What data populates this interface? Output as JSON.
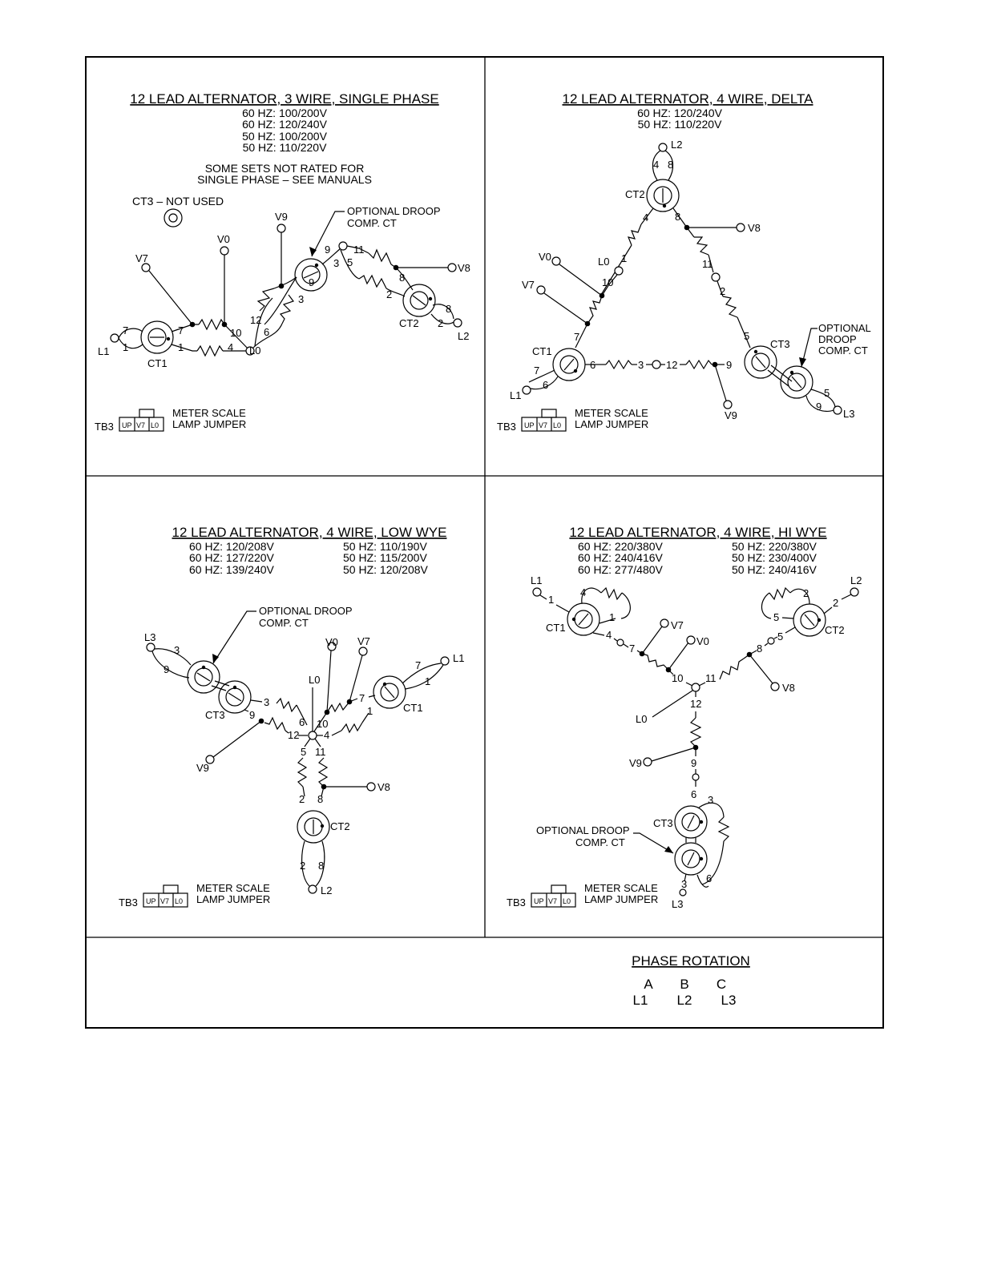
{
  "common": {
    "tb3": "TB3",
    "tb3_cells": [
      "UP",
      "V7",
      "L0"
    ],
    "meter_scale": "METER SCALE",
    "lamp_jumper": "LAMP JUMPER",
    "optional_droop": "OPTIONAL DROOP",
    "comp_ct": "COMP. CT"
  },
  "panel_single": {
    "title": "12 LEAD ALTERNATOR, 3 WIRE, SINGLE PHASE",
    "ratings": [
      "60 HZ: 100/200V",
      "60 HZ: 120/240V",
      "50 HZ: 100/200V",
      "50 HZ: 110/220V"
    ],
    "note1": "SOME SETS NOT RATED FOR",
    "note2": "SINGLE PHASE – SEE MANUALS",
    "ct3_note": "CT3 – NOT USED",
    "labels": {
      "v9": "V9",
      "v0": "V0",
      "v7": "V7",
      "v8": "V8",
      "l1": "L1",
      "l2": "L2",
      "l0": "L0",
      "ct1": "CT1",
      "ct2": "CT2"
    },
    "leads": [
      "7",
      "1",
      "7",
      "1",
      "10",
      "4",
      "6",
      "12",
      "9",
      "3",
      "3",
      "9",
      "11",
      "5",
      "8",
      "2",
      "8",
      "2"
    ]
  },
  "panel_delta": {
    "title": "12 LEAD ALTERNATOR, 4 WIRE, DELTA",
    "ratings": [
      "60 HZ: 120/240V",
      "50 HZ: 110/220V"
    ],
    "labels": {
      "l2": "L2",
      "ct2": "CT2",
      "v8": "V8",
      "v0": "V0",
      "l0": "L0",
      "v7": "V7",
      "ct1": "CT1",
      "l1": "L1",
      "ct3": "CT3",
      "v9": "V9",
      "l3": "L3"
    },
    "droop1": "OPTIONAL",
    "droop2": "DROOP",
    "droop3": "COMP. CT",
    "leads": [
      "4",
      "8",
      "4",
      "8",
      "11",
      "2",
      "5",
      "1",
      "10",
      "7",
      "7",
      "6",
      "6",
      "3",
      "12",
      "9",
      "5",
      "9"
    ]
  },
  "panel_lowwye": {
    "title": "12 LEAD ALTERNATOR, 4 WIRE, LOW WYE",
    "ratings_60": [
      "60 HZ: 120/208V",
      "60 HZ: 127/220V",
      "60 HZ: 139/240V"
    ],
    "ratings_50": [
      "50 HZ: 110/190V",
      "50 HZ: 115/200V",
      "50 HZ: 120/208V"
    ],
    "labels": {
      "l3": "L3",
      "ct3": "CT3",
      "v9": "V9",
      "l0": "L0",
      "v0": "V0",
      "v7": "V7",
      "l1": "L1",
      "ct1": "CT1",
      "v8": "V8",
      "ct2": "CT2",
      "l2": "L2"
    },
    "leads": [
      "3",
      "9",
      "3",
      "9",
      "6",
      "12",
      "10",
      "7",
      "4",
      "7",
      "1",
      "1",
      "5",
      "11",
      "2",
      "8",
      "2",
      "8"
    ]
  },
  "panel_hiwye": {
    "title": "12 LEAD ALTERNATOR, 4 WIRE, HI WYE",
    "ratings_60": [
      "60 HZ: 220/380V",
      "60 HZ: 240/416V",
      "60 HZ: 277/480V"
    ],
    "ratings_50": [
      "50 HZ: 220/380V",
      "50 HZ: 230/400V",
      "50 HZ: 240/416V"
    ],
    "labels": {
      "l1": "L1",
      "ct1": "CT1",
      "v7": "V7",
      "v0": "V0",
      "l2": "L2",
      "ct2": "CT2",
      "v8": "V8",
      "l0": "L0",
      "v9": "V9",
      "ct3": "CT3",
      "l3": "L3"
    },
    "leads": [
      "1",
      "4",
      "1",
      "4",
      "7",
      "10",
      "11",
      "8",
      "5",
      "2",
      "5",
      "2",
      "12",
      "9",
      "6",
      "3",
      "3",
      "6"
    ]
  },
  "phase": {
    "title": "PHASE ROTATION",
    "phases": [
      "A",
      "B",
      "C"
    ],
    "lines": [
      "L1",
      "L2",
      "L3"
    ]
  }
}
